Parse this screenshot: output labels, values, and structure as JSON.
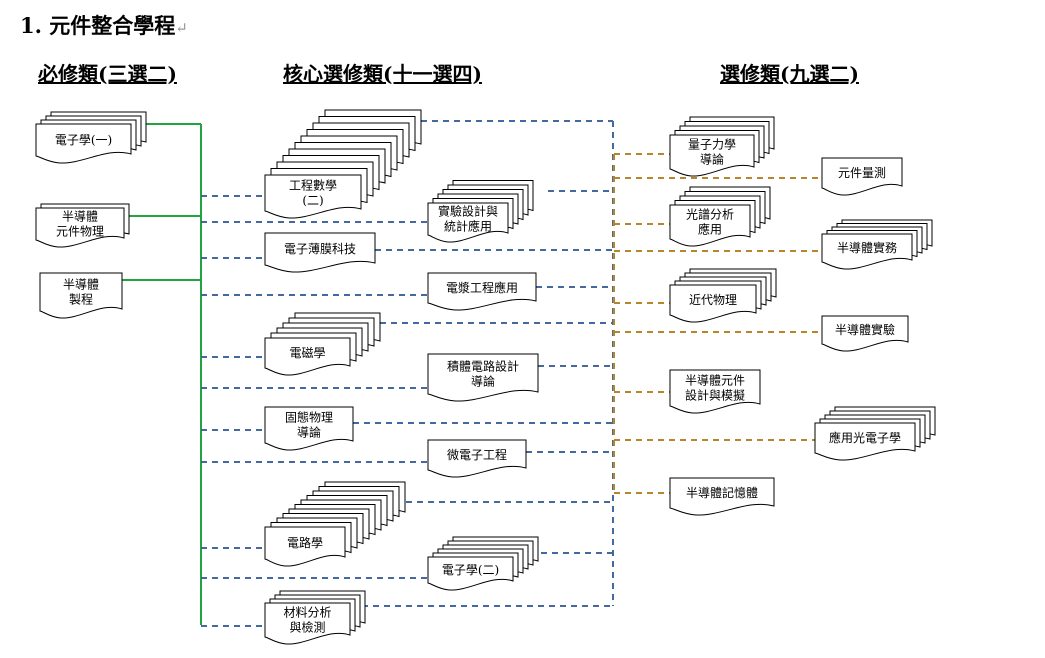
{
  "title": "1. 元件整合學程",
  "title_mark": "↵",
  "headers": {
    "required": "必修類(三選二)",
    "core": "核心選修類(十一選四)",
    "elective": "選修類(九選二)"
  },
  "colors": {
    "required_line": "#21a33f",
    "core_line": "#44699e",
    "elective_line": "#b8862a"
  },
  "required_courses": [
    [
      "電子學(一)"
    ],
    [
      "半導體",
      "元件物理"
    ],
    [
      "半導體",
      "製程"
    ]
  ],
  "core_courses": [
    [
      "工程數學",
      "(二)"
    ],
    [
      "實驗設計與",
      "統計應用"
    ],
    [
      "電子薄膜科技"
    ],
    [
      "電漿工程應用"
    ],
    [
      "電磁學"
    ],
    [
      "積體電路設計",
      "導論"
    ],
    [
      "固態物理",
      "導論"
    ],
    [
      "微電子工程"
    ],
    [
      "電路學"
    ],
    [
      "電子學(二)"
    ],
    [
      "材料分析",
      "與檢測"
    ]
  ],
  "elective_courses": [
    [
      "量子力學",
      "導論"
    ],
    [
      "元件量測"
    ],
    [
      "光譜分析",
      "應用"
    ],
    [
      "半導體實務"
    ],
    [
      "近代物理"
    ],
    [
      "半導體實驗"
    ],
    [
      "半導體元件",
      "設計與模擬"
    ],
    [
      "應用光電子學"
    ],
    [
      "半導體記憶體"
    ]
  ]
}
